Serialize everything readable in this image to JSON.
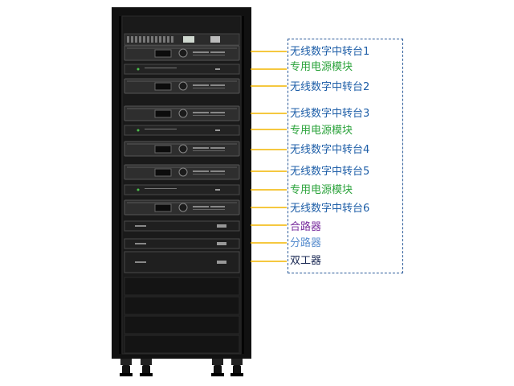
{
  "labels": [
    {
      "text": "无线数字中转台1",
      "color": "#1f5fa8"
    },
    {
      "text": "专用电源模块",
      "color": "#2ca33c"
    },
    {
      "text": "无线数字中转台2",
      "color": "#1f5fa8"
    },
    {
      "text": "无线数字中转台3",
      "color": "#1f5fa8"
    },
    {
      "text": "专用电源模块",
      "color": "#2ca33c"
    },
    {
      "text": "无线数字中转台4",
      "color": "#1f5fa8"
    },
    {
      "text": "无线数字中转台5",
      "color": "#1f5fa8"
    },
    {
      "text": "专用电源模块",
      "color": "#2ca33c"
    },
    {
      "text": "无线数字中转台6",
      "color": "#1f5fa8"
    },
    {
      "text": "合路器",
      "color": "#7a2f9e"
    },
    {
      "text": "分路器",
      "color": "#5b8fcf"
    },
    {
      "text": "双工器",
      "color": "#1b2a55"
    }
  ],
  "colors": {
    "cabinet": "#111111",
    "connector": "#f2b600",
    "box_border": "#2d5c9a"
  }
}
